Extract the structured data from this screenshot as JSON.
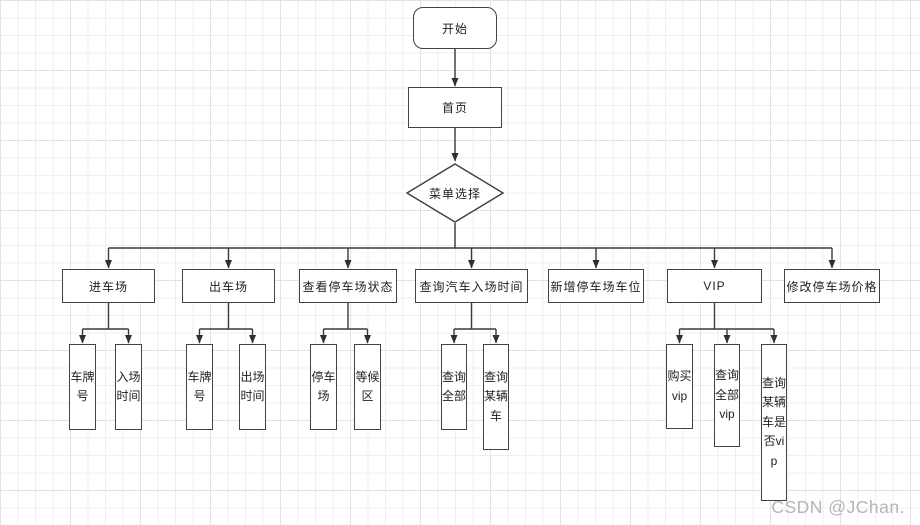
{
  "diagram_title": "parking-system-flowchart",
  "colors": {
    "canvas": "#ffffff",
    "grid_minor": "#efefef",
    "grid_major": "#e2e2e2",
    "node_fill": "#ffffff",
    "node_border": "#424242",
    "connector": "#3a3a3a",
    "text": "#1f1f1f",
    "watermark": "#b5b5b5"
  },
  "nodes": {
    "start": {
      "label": "开始",
      "shape": "rounded-rect"
    },
    "home": {
      "label": "首页",
      "shape": "rect"
    },
    "menu": {
      "label": "菜单选择",
      "shape": "diamond"
    },
    "branches": [
      {
        "label": "进车场",
        "children": [
          {
            "label": "车牌号"
          },
          {
            "label": "入场时间"
          }
        ]
      },
      {
        "label": "出车场",
        "children": [
          {
            "label": "车牌号"
          },
          {
            "label": "出场时间"
          }
        ]
      },
      {
        "label": "查看停车场状态",
        "children": [
          {
            "label": "停车场"
          },
          {
            "label": "等候区"
          }
        ]
      },
      {
        "label": "查询汽车入场时间",
        "children": [
          {
            "label": "查询全部"
          },
          {
            "label": "查询某辆车"
          }
        ]
      },
      {
        "label": "新增停车场车位",
        "children": []
      },
      {
        "label": "VIP",
        "children": [
          {
            "label": "购买vip"
          },
          {
            "label": "查询全部vip"
          },
          {
            "label": "查询某辆车是否vip"
          }
        ]
      },
      {
        "label": "修改停车场价格",
        "children": []
      }
    ]
  },
  "watermark": {
    "text": "CSDN @JChan."
  }
}
